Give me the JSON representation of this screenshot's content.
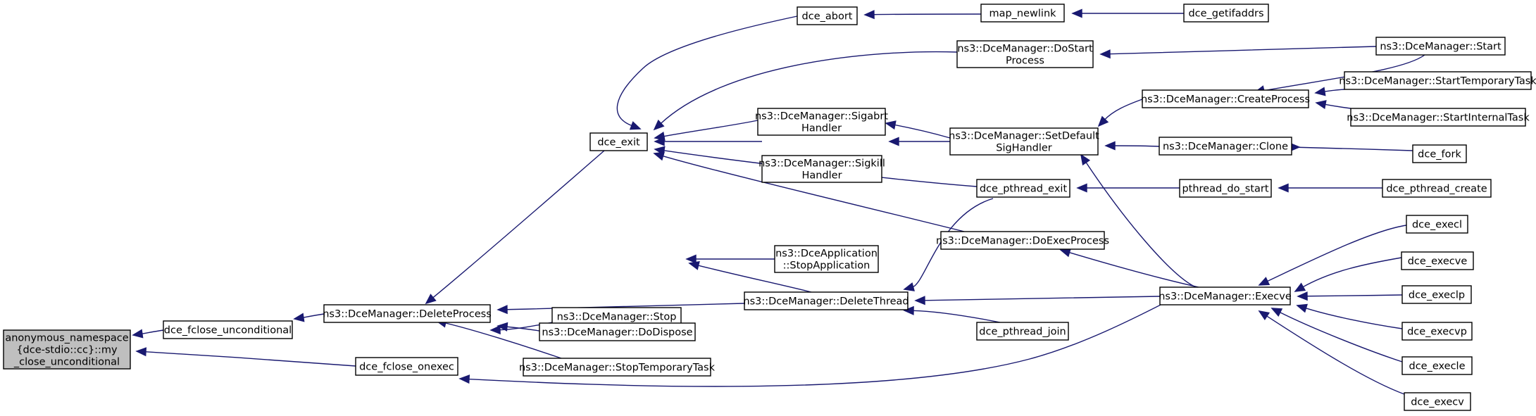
{
  "diagram": {
    "type": "call-graph",
    "nodes": [
      {
        "id": "root",
        "lines": [
          "anonymous_namespace",
          "{dce-stdio::cc}::my",
          "_close_unconditional"
        ],
        "root": true
      },
      {
        "id": "dce_fclose_unconditional",
        "lines": [
          "dce_fclose_unconditional"
        ]
      },
      {
        "id": "dce_fclose_onexec",
        "lines": [
          "dce_fclose_onexec"
        ]
      },
      {
        "id": "DeleteProcess",
        "lines": [
          "ns3::DceManager::DeleteProcess"
        ]
      },
      {
        "id": "dce_exit",
        "lines": [
          "dce_exit"
        ]
      },
      {
        "id": "Stop",
        "lines": [
          "ns3::DceManager::Stop"
        ]
      },
      {
        "id": "DoDispose",
        "lines": [
          "ns3::DceManager::DoDispose"
        ]
      },
      {
        "id": "StopTemporaryTask",
        "lines": [
          "ns3::DceManager::StopTemporaryTask"
        ]
      },
      {
        "id": "dce_abort",
        "lines": [
          "dce_abort"
        ]
      },
      {
        "id": "SigabrtHandler",
        "lines": [
          "ns3::DceManager::Sigabrt",
          "Handler"
        ]
      },
      {
        "id": "SigkillHandler",
        "lines": [
          "ns3::DceManager::Sigkill",
          "Handler"
        ]
      },
      {
        "id": "StopApplication",
        "lines": [
          "ns3::DceApplication",
          "::StopApplication"
        ]
      },
      {
        "id": "DeleteThread",
        "lines": [
          "ns3::DceManager::DeleteThread"
        ]
      },
      {
        "id": "map_newlink",
        "lines": [
          "map_newlink"
        ]
      },
      {
        "id": "DoStartProcess",
        "lines": [
          "ns3::DceManager::DoStart",
          "Process"
        ]
      },
      {
        "id": "SetDefaultSigHandler",
        "lines": [
          "ns3::DceManager::SetDefault",
          "SigHandler"
        ]
      },
      {
        "id": "dce_pthread_exit",
        "lines": [
          "dce_pthread_exit"
        ]
      },
      {
        "id": "DoExecProcess",
        "lines": [
          "ns3::DceManager::DoExecProcess"
        ]
      },
      {
        "id": "dce_pthread_join",
        "lines": [
          "dce_pthread_join"
        ]
      },
      {
        "id": "dce_getifaddrs",
        "lines": [
          "dce_getifaddrs"
        ]
      },
      {
        "id": "CreateProcess",
        "lines": [
          "ns3::DceManager::CreateProcess"
        ]
      },
      {
        "id": "Clone",
        "lines": [
          "ns3::DceManager::Clone"
        ]
      },
      {
        "id": "pthread_do_start",
        "lines": [
          "pthread_do_start"
        ]
      },
      {
        "id": "Execve",
        "lines": [
          "ns3::DceManager::Execve"
        ]
      },
      {
        "id": "Start",
        "lines": [
          "ns3::DceManager::Start"
        ]
      },
      {
        "id": "StartTemporaryTask",
        "lines": [
          "ns3::DceManager::StartTemporaryTask"
        ]
      },
      {
        "id": "StartInternalTask",
        "lines": [
          "ns3::DceManager::StartInternalTask"
        ]
      },
      {
        "id": "dce_fork",
        "lines": [
          "dce_fork"
        ]
      },
      {
        "id": "dce_pthread_create",
        "lines": [
          "dce_pthread_create"
        ]
      },
      {
        "id": "dce_execl",
        "lines": [
          "dce_execl"
        ]
      },
      {
        "id": "dce_execve",
        "lines": [
          "dce_execve"
        ]
      },
      {
        "id": "dce_execlp",
        "lines": [
          "dce_execlp"
        ]
      },
      {
        "id": "dce_execvp",
        "lines": [
          "dce_execvp"
        ]
      },
      {
        "id": "dce_execle",
        "lines": [
          "dce_execle"
        ]
      },
      {
        "id": "dce_execv",
        "lines": [
          "dce_execv"
        ]
      }
    ],
    "edges": [
      {
        "from": "dce_fclose_unconditional",
        "to": "root"
      },
      {
        "from": "dce_fclose_onexec",
        "to": "root"
      },
      {
        "from": "DeleteProcess",
        "to": "dce_fclose_unconditional"
      },
      {
        "from": "Execve",
        "to": "dce_fclose_onexec"
      },
      {
        "from": "dce_exit",
        "to": "DeleteProcess"
      },
      {
        "from": "Stop",
        "to": "DeleteProcess"
      },
      {
        "from": "DoDispose",
        "to": "DeleteProcess"
      },
      {
        "from": "StopTemporaryTask",
        "to": "DeleteProcess"
      },
      {
        "from": "DeleteThread",
        "to": "DeleteProcess"
      },
      {
        "from": "dce_abort",
        "to": "dce_exit"
      },
      {
        "from": "DoStartProcess",
        "to": "dce_exit"
      },
      {
        "from": "SigabrtHandler",
        "to": "dce_exit"
      },
      {
        "from": "SigkillHandler",
        "to": "dce_exit"
      },
      {
        "from": "dce_pthread_exit",
        "to": "dce_exit"
      },
      {
        "from": "DoExecProcess",
        "to": "dce_exit"
      },
      {
        "from": "StopApplication",
        "to": "Stop"
      },
      {
        "from": "DeleteThread",
        "to": "Stop"
      },
      {
        "from": "dce_pthread_exit",
        "to": "DeleteThread"
      },
      {
        "from": "dce_pthread_join",
        "to": "DeleteThread"
      },
      {
        "from": "Execve",
        "to": "DeleteThread"
      },
      {
        "from": "map_newlink",
        "to": "dce_abort"
      },
      {
        "from": "dce_getifaddrs",
        "to": "map_newlink"
      },
      {
        "from": "Start",
        "to": "DoStartProcess"
      },
      {
        "from": "SetDefaultSigHandler",
        "to": "SigabrtHandler"
      },
      {
        "from": "SetDefaultSigHandler",
        "to": "SigkillHandler"
      },
      {
        "from": "CreateProcess",
        "to": "SetDefaultSigHandler"
      },
      {
        "from": "Clone",
        "to": "SetDefaultSigHandler"
      },
      {
        "from": "Execve",
        "to": "SetDefaultSigHandler"
      },
      {
        "from": "pthread_do_start",
        "to": "dce_pthread_exit"
      },
      {
        "from": "Execve",
        "to": "DoExecProcess"
      },
      {
        "from": "Start",
        "to": "CreateProcess"
      },
      {
        "from": "StartTemporaryTask",
        "to": "CreateProcess"
      },
      {
        "from": "StartInternalTask",
        "to": "CreateProcess"
      },
      {
        "from": "dce_fork",
        "to": "Clone"
      },
      {
        "from": "dce_pthread_create",
        "to": "pthread_do_start"
      },
      {
        "from": "dce_execl",
        "to": "Execve"
      },
      {
        "from": "dce_execve",
        "to": "Execve"
      },
      {
        "from": "dce_execlp",
        "to": "Execve"
      },
      {
        "from": "dce_execvp",
        "to": "Execve"
      },
      {
        "from": "dce_execle",
        "to": "Execve"
      },
      {
        "from": "dce_execv",
        "to": "Execve"
      }
    ]
  }
}
